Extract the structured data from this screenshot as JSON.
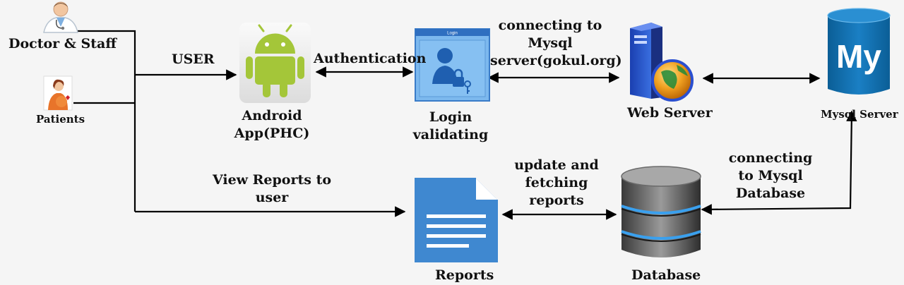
{
  "nodes": {
    "doctor": {
      "label": "Doctor & Staff"
    },
    "patients": {
      "label": "Patients"
    },
    "android": {
      "label_line1": "Android",
      "label_line2": "App(PHC)"
    },
    "login": {
      "window_title": "Login",
      "label_line1": "Login",
      "label_line2": "validating"
    },
    "web_server": {
      "label": "Web Server"
    },
    "mysql_server": {
      "label": "Mysql Server",
      "logo_text": "My"
    },
    "reports": {
      "label": "Reports"
    },
    "database": {
      "label": "Database"
    }
  },
  "edges": {
    "user": {
      "label": "USER"
    },
    "authentication": {
      "label": "Authentication"
    },
    "connect_server": {
      "line1": "connecting to",
      "line2": "Mysql",
      "line3": "server(gokul.org)"
    },
    "connect_db": {
      "line1": "connecting",
      "line2": "to Mysql",
      "line3": "Database"
    },
    "update_fetch": {
      "line1": "update and",
      "line2": "fetching",
      "line3": "reports"
    },
    "view_reports": {
      "line1": "View Reports to",
      "line2": "user"
    }
  },
  "colors": {
    "android_green": "#a4c639",
    "login_blue": "#4a90d9",
    "document_blue": "#3f88d0",
    "mysql_blue": "#0e6aa8",
    "line": "#000000"
  }
}
